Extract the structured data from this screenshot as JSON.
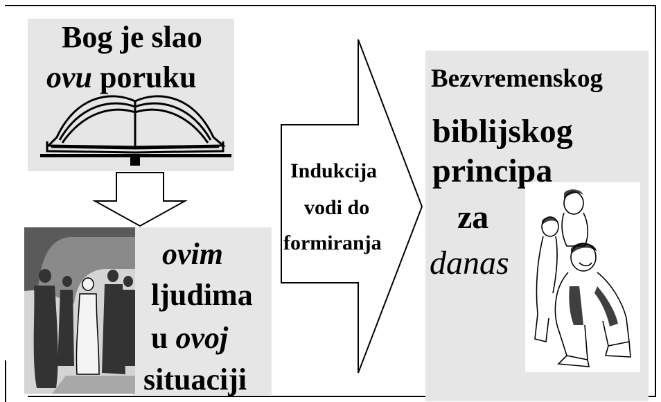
{
  "source": {
    "line1": "Bog je slao",
    "line2_italic": "ovu",
    "line2_rest": "poruku"
  },
  "audience": {
    "line1_italic": "ovim",
    "line2": "ljudima",
    "line3_prefix": "u",
    "line3_italic": "ovoj",
    "line4": "situaciji"
  },
  "arrow": {
    "line1": "Indukcija",
    "line2": "vodi do",
    "line3": "formiranja"
  },
  "result": {
    "line1": "Bezvremenskog",
    "line2": "biblijskog",
    "line3": "principa",
    "line4": "za",
    "line5_italic": "danas"
  },
  "colors": {
    "panel": "#e6e6e6",
    "ink": "#000000"
  },
  "icons": [
    "open-book-icon",
    "down-arrow-icon",
    "right-arrow-icon"
  ]
}
